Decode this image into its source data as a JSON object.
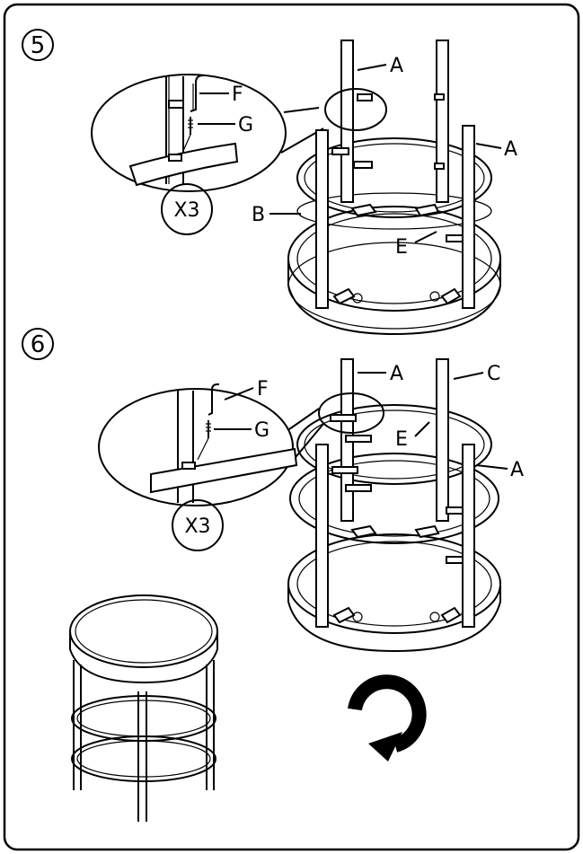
{
  "steps": [
    {
      "number": "5",
      "multiplier": "X3",
      "callouts": {
        "f": "F",
        "g": "G",
        "a1": "A",
        "a2": "A",
        "b": "B",
        "e": "E"
      }
    },
    {
      "number": "6",
      "multiplier": "X3",
      "callouts": {
        "f": "F",
        "g": "G",
        "a1": "A",
        "c": "C",
        "e": "E",
        "a2": "A"
      }
    }
  ],
  "final": {
    "result_icon": "finished-table",
    "action_icon": "rotate-arrow-icon"
  },
  "colors": {
    "line": "#000000",
    "background": "#ffffff"
  }
}
